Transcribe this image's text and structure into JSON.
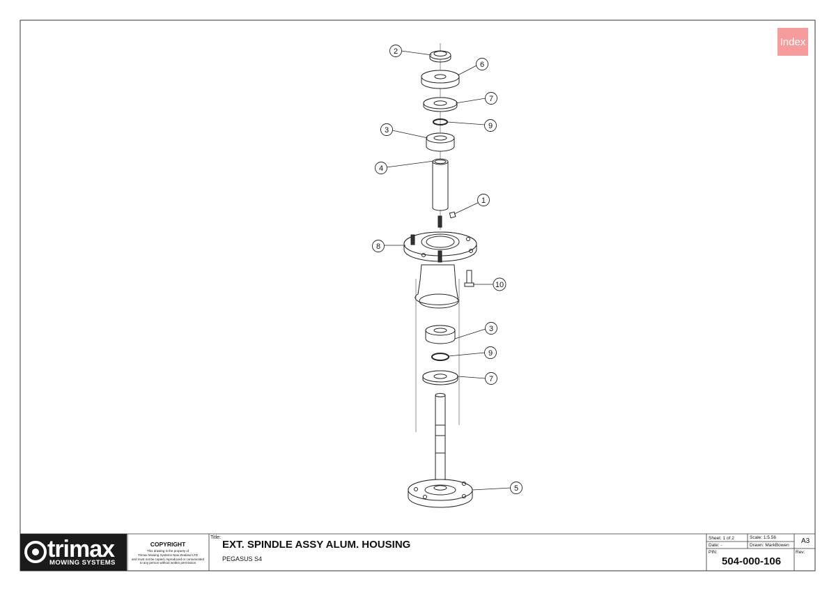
{
  "index_button": {
    "label": "Index",
    "color": "#f79c9c"
  },
  "balloons": [
    {
      "id": "1",
      "label": "1"
    },
    {
      "id": "2",
      "label": "2"
    },
    {
      "id": "3a",
      "label": "3"
    },
    {
      "id": "3b",
      "label": "3"
    },
    {
      "id": "4",
      "label": "4"
    },
    {
      "id": "5",
      "label": "5"
    },
    {
      "id": "6",
      "label": "6"
    },
    {
      "id": "7a",
      "label": "7"
    },
    {
      "id": "7b",
      "label": "7"
    },
    {
      "id": "8",
      "label": "8"
    },
    {
      "id": "9a",
      "label": "9"
    },
    {
      "id": "9b",
      "label": "9"
    },
    {
      "id": "10",
      "label": "10"
    }
  ],
  "title_block": {
    "logo": {
      "word": "trimax",
      "tagline": "MOWING SYSTEMS"
    },
    "copyright": {
      "heading": "COPYRIGHT",
      "lines": [
        "This drawing is the property of",
        "Trimax Mowing Systems New Zealand LTD",
        "and must not be copied, reproduced or comunicated",
        "to any person without written permission"
      ]
    },
    "title_label": "Title:",
    "title": "EXT. SPINDLE ASSY ALUM. HOUSING",
    "subtitle": "PEGASUS S4",
    "sheet": "Sheet: 1 of 2",
    "scale": "Scale: 1:5.56",
    "date": "Date: -",
    "drawn": "Drawn: MarkBowen",
    "pin_label": "PIN:",
    "pin": "504-000-106",
    "rev_label": "Rev:",
    "sheet_size": "A3"
  }
}
